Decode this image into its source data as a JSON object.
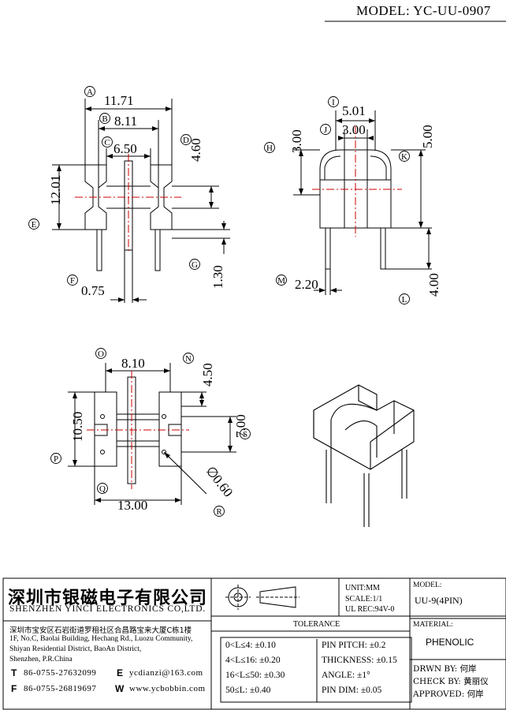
{
  "model_header": "MODEL: YC-UU-0907",
  "dims": {
    "a": "11.71",
    "b": "8.11",
    "c": "6.50",
    "d": "4.60",
    "e": "12.01",
    "f": "0.75",
    "g": "1.30",
    "h": "3.00",
    "i": "5.01",
    "j": "3.00",
    "k": "5.00",
    "l": "4.00",
    "m": "2.20",
    "o": "8.10",
    "n": "4.50",
    "p": "10.50",
    "s": "7.00",
    "q": "13.00",
    "r": "0.60",
    "r_prefix": "∅"
  },
  "callouts": {
    "a": "A",
    "b": "B",
    "c": "C",
    "d": "D",
    "e": "E",
    "f": "F",
    "g": "G",
    "h": "H",
    "i": "I",
    "j": "J",
    "k": "K",
    "l": "L",
    "m": "M",
    "n": "N",
    "o": "O",
    "p": "P",
    "q": "Q",
    "r": "R",
    "s": "S"
  },
  "title_block": {
    "company_cn": "深圳市银磁电子有限公司",
    "company_en": "SHENZHEN YINCI ELECTRONICS CO,LTD.",
    "address_cn": "深圳市宝安区石岩街道罗租社区合昌路宝来大厦C栋1楼",
    "address_en_1": "1F, No.C, Baolai Building, Hechang Rd., Luozu Community,",
    "address_en_2": "Shiyan Residential District, BaoAn District,",
    "address_en_3": "Shenzhen, P.R.China",
    "tel_label": "T",
    "tel": "86-0755-27632099",
    "fax_label": "F",
    "fax": "86-0755-26819697",
    "email_label": "E",
    "email": "ycdianzi@163.com",
    "web_label": "W",
    "web": "www.ycbobbin.com",
    "unit": "UNIT:MM",
    "scale": "SCALE:1/1",
    "ul_rec": "UL REC:94V-0",
    "model_label": "MODEL:",
    "model_value": "UU-9(4PIN)",
    "tolerance_title": "TOLERANCE",
    "tol_1": "0<L≤4: ±0.10",
    "tol_2": "4<L≤16: ±0.20",
    "tol_3": "16<L≤50: ±0.30",
    "tol_4": "50≤L: ±0.40",
    "pin_pitch": "PIN PITCH: ±0.2",
    "thickness": "THICKNESS: ±0.15",
    "angle": "ANGLE: ±1°",
    "pin_dim": "PIN DIM: ±0.05",
    "material_label": "MATERIAL:",
    "material_value": "PHENOLIC",
    "drawn_by": "DRWN BY: 何岸",
    "check_by": "CHECK BY: 黄丽仪",
    "approved": "APPROVED: 何岸"
  }
}
